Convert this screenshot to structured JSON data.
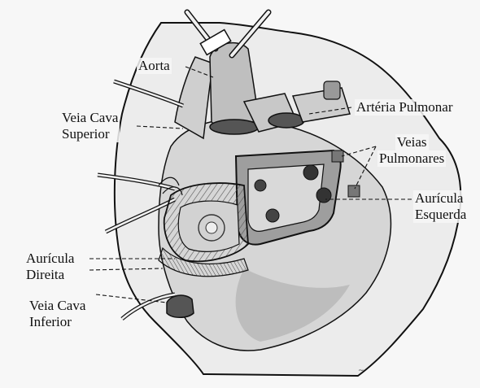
{
  "labels": {
    "aorta": "Aorta",
    "veia_cava_superior_1": "Veia Cava",
    "veia_cava_superior_2": "Superior",
    "arteria_pulmonar": "Artéria Pulmonar",
    "veias_pulmonares_1": "Veias",
    "veias_pulmonares_2": "Pulmonares",
    "auricula_esquerda_1": "Aurícula",
    "auricula_esquerda_2": "Esquerda",
    "auricula_direita_1": "Aurícula",
    "auricula_direita_2": "Direita",
    "veia_cava_inferior_1": "Veia Cava",
    "veia_cava_inferior_2": "Inferior"
  },
  "colors": {
    "line": "#111111",
    "shade": "#8c8c8c",
    "dark": "#3a3a3a",
    "background": "#f7f7f7"
  }
}
